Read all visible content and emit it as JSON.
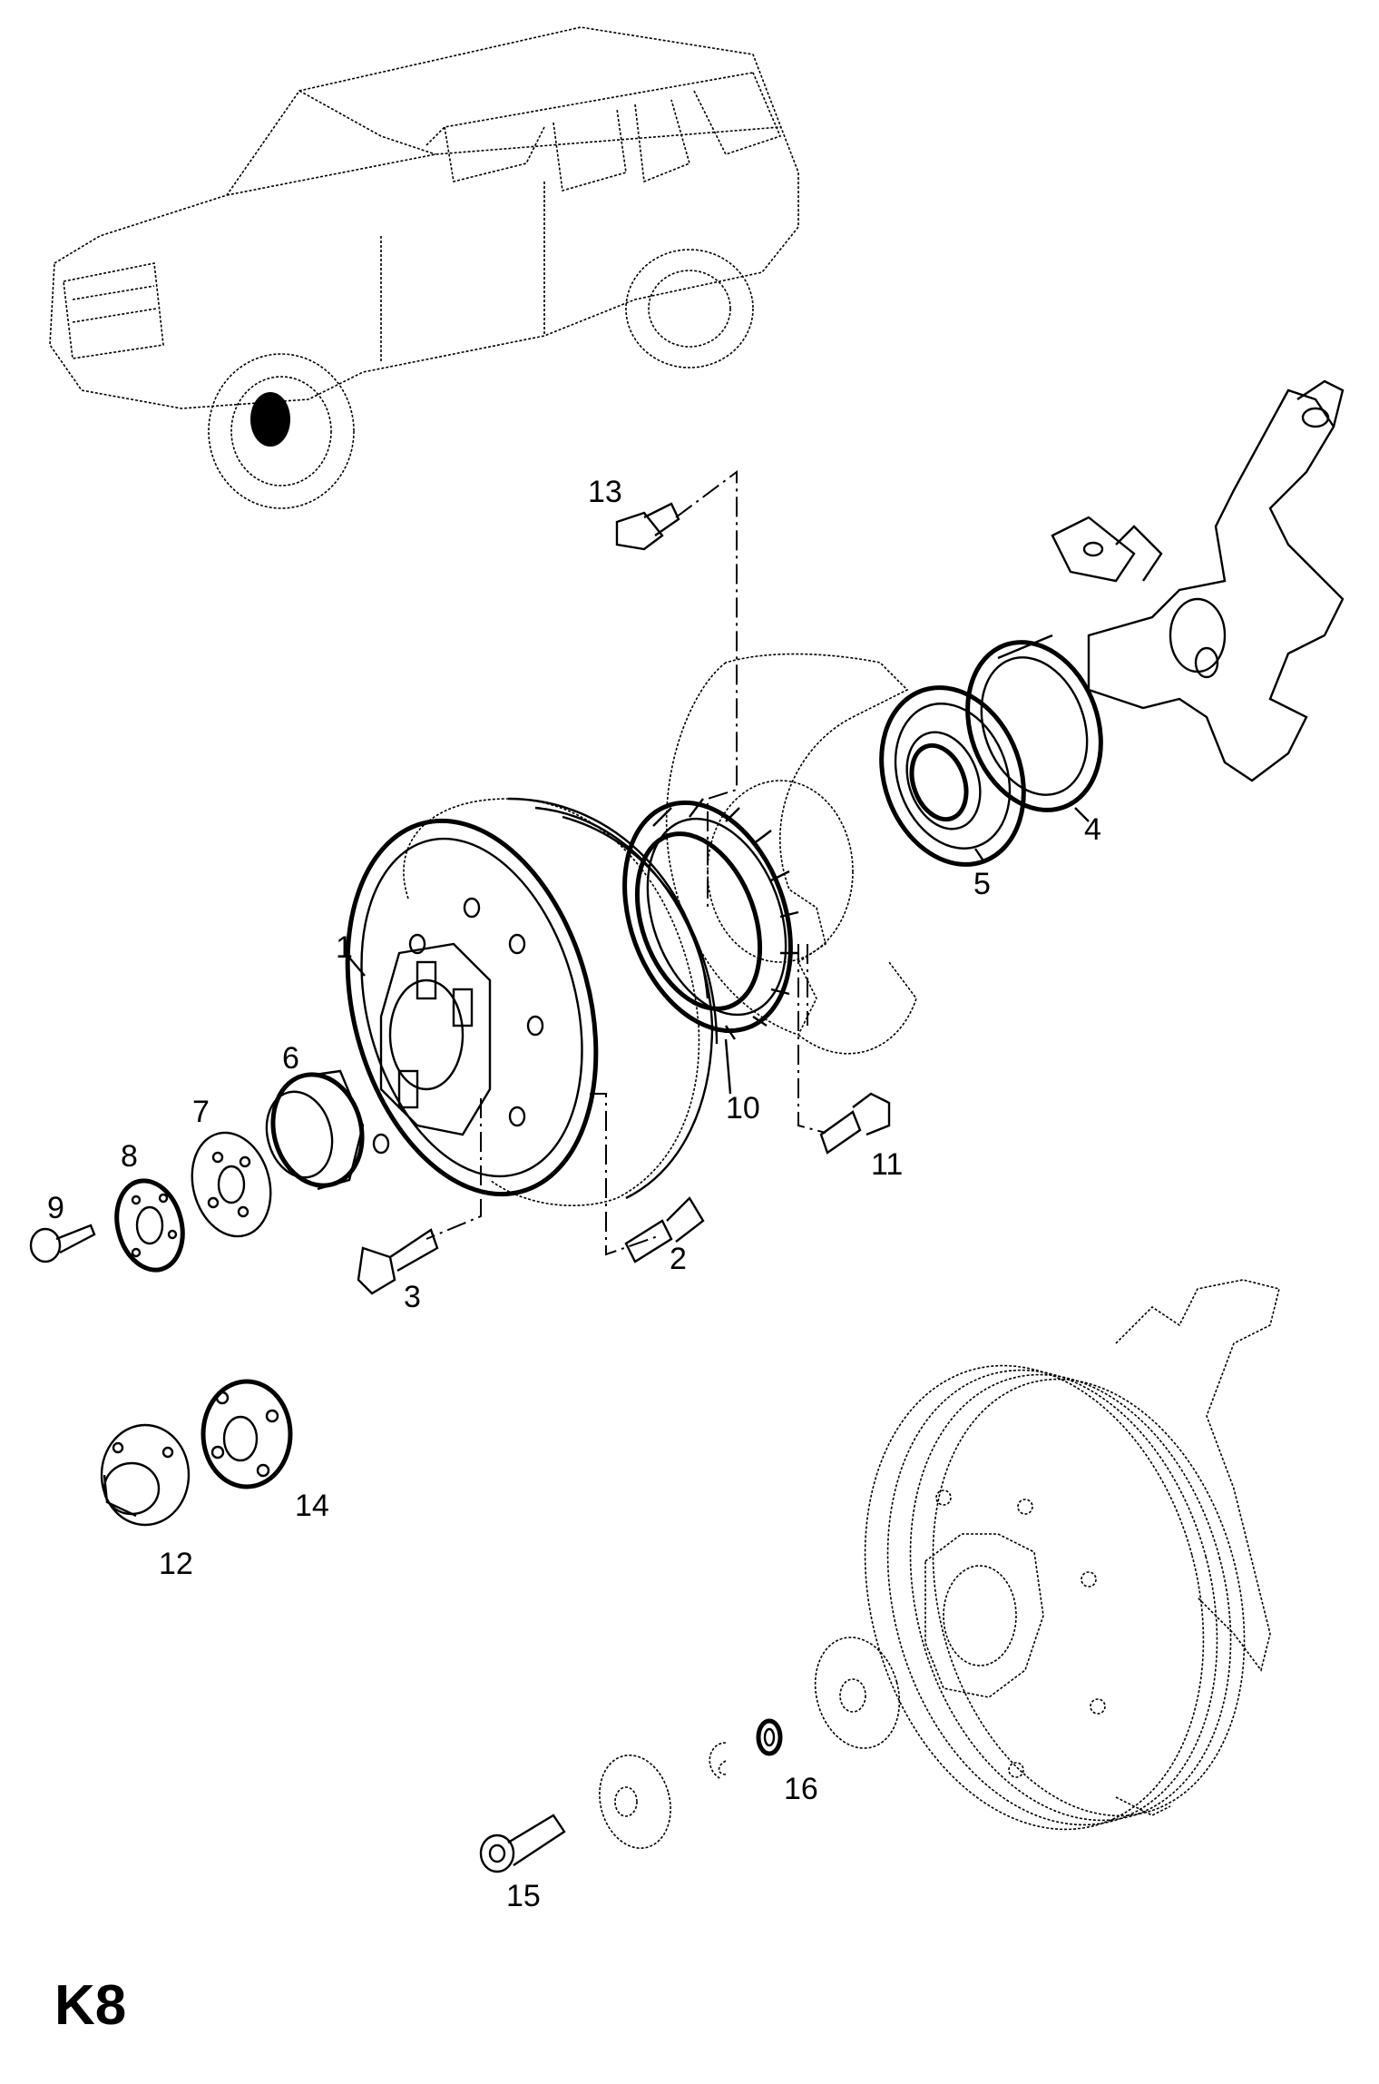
{
  "diagram": {
    "sheet_code": "K8",
    "callouts": [
      "1",
      "2",
      "3",
      "4",
      "5",
      "6",
      "7",
      "8",
      "9",
      "10",
      "11",
      "12",
      "13",
      "14",
      "15",
      "16"
    ]
  }
}
